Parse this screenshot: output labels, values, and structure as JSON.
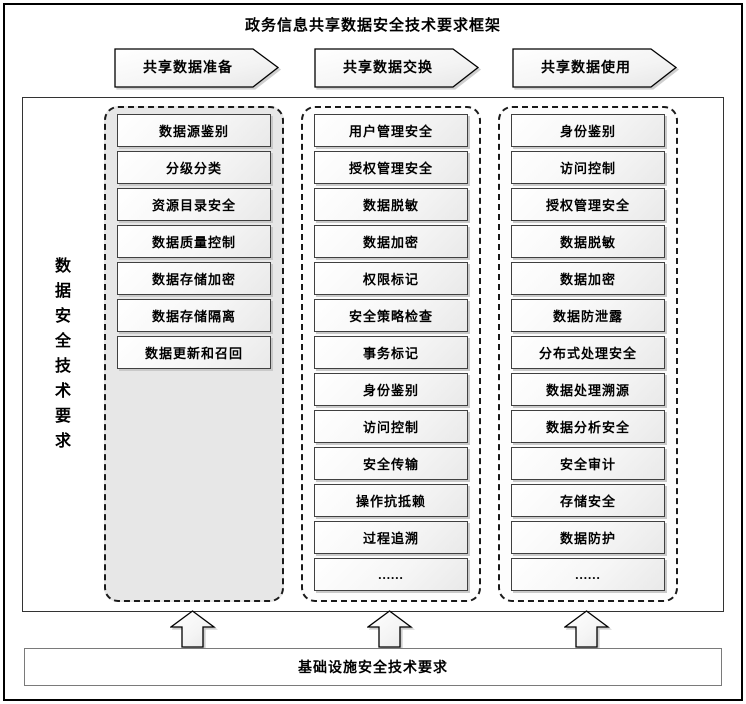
{
  "title": "政务信息共享数据安全技术要求框架",
  "stage_arrows": [
    {
      "label": "共享数据准备"
    },
    {
      "label": "共享数据交换"
    },
    {
      "label": "共享数据使用"
    }
  ],
  "side_label": "数据安全技术要求",
  "side_label_chars": [
    "数",
    "据",
    "安",
    "全",
    "技",
    "术",
    "要",
    "求"
  ],
  "columns": [
    {
      "stage": "共享数据准备",
      "items": [
        "数据源鉴别",
        "分级分类",
        "资源目录安全",
        "数据质量控制",
        "数据存储加密",
        "数据存储隔离",
        "数据更新和召回"
      ]
    },
    {
      "stage": "共享数据交换",
      "items": [
        "用户管理安全",
        "授权管理安全",
        "数据脱敏",
        "数据加密",
        "权限标记",
        "安全策略检查",
        "事务标记",
        "身份鉴别",
        "访问控制",
        "安全传输",
        "操作抗抵赖",
        "过程追溯",
        "......"
      ]
    },
    {
      "stage": "共享数据使用",
      "items": [
        "身份鉴别",
        "访问控制",
        "授权管理安全",
        "数据脱敏",
        "数据加密",
        "数据防泄露",
        "分布式处理安全",
        "数据处理溯源",
        "数据分析安全",
        "安全审计",
        "存储安全",
        "数据防护",
        "......"
      ]
    }
  ],
  "bottom_box": "基础设施安全技术要求",
  "colors": {
    "background": "#ffffff",
    "border_black": "#000000",
    "box_border": "#404040",
    "dashed_border": "#1a1a1a",
    "column_prepare_fill": "#e7e7e7",
    "column_white_fill": "#fdfdfd",
    "box_gradient_end": "#e9e9e9",
    "shadow": "#c9c9c9"
  }
}
